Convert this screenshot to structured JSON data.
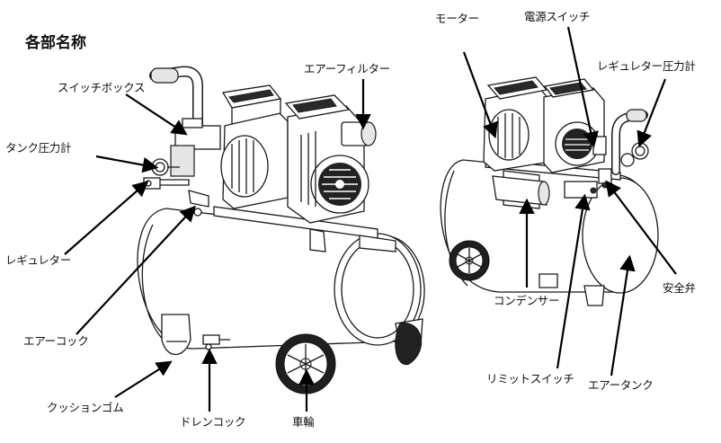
{
  "title": "各部名称",
  "labels": {
    "switch_box": "スイッチボックス",
    "air_filter": "エアーフィルター",
    "tank_gauge": "タンク圧力計",
    "regulator": "レギュレター",
    "air_cock": "エアーコック",
    "cushion_rubber": "クッションゴム",
    "drain_cock": "ドレンコック",
    "wheel": "車輪",
    "motor": "モーター",
    "power_switch": "電源スイッチ",
    "regulator_gauge": "レギュレター圧力計",
    "safety_valve": "安全弁",
    "condenser": "コンデンサー",
    "limit_switch": "リミットスイッチ",
    "air_tank": "エアータンク"
  }
}
